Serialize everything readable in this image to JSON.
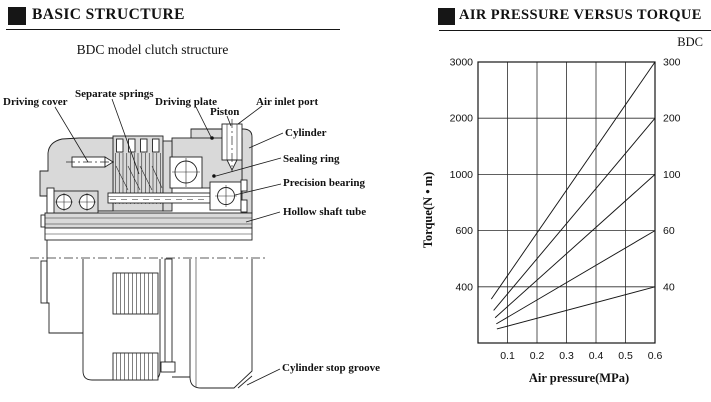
{
  "left_panel": {
    "header": "BASIC STRUCTURE",
    "title": "BDC model clutch structure",
    "labels": {
      "driving_cover": "Driving cover",
      "separate_springs": "Separate springs",
      "driving_plate": "Driving plate",
      "piston": "Piston",
      "air_inlet_port": "Air inlet port",
      "cylinder": "Cylinder",
      "sealing_ring": "Sealing ring",
      "precision_bearing": "Precision bearing",
      "hollow_shaft_tube": "Hollow shaft tube",
      "cylinder_stop_groove": "Cylinder stop groove"
    }
  },
  "right_panel": {
    "header": "AIR PRESSURE VERSUS TORQUE",
    "model": "BDC"
  },
  "chart_data": {
    "type": "line",
    "title": "AIR PRESSURE VERSUS TORQUE",
    "model": "BDC",
    "xlabel": "Air pressure(MPa)",
    "ylabel": "Torque(N • m)",
    "grid": true,
    "x_axis": {
      "min": 0,
      "max": 0.6,
      "ticks": [
        "0.1",
        "0.2",
        "0.3",
        "0.4",
        "0.5",
        "0.6"
      ]
    },
    "y_axis_left": {
      "ticks": [
        3000,
        2000,
        1000,
        600,
        400
      ]
    },
    "y_axis_right": {
      "ticks": [
        300,
        200,
        100,
        60,
        40
      ]
    },
    "y_scale_anchors": {
      "values": [
        3000,
        2000,
        1000,
        600,
        400,
        300
      ],
      "fractions": [
        0,
        0.2,
        0.4,
        0.6,
        0.8,
        1
      ]
    },
    "series": [
      {
        "name": "torque-3000",
        "points": [
          [
            0.045,
            378
          ],
          [
            0.6,
            3000
          ]
        ]
      },
      {
        "name": "torque-2000",
        "points": [
          [
            0.053,
            358
          ],
          [
            0.6,
            2000
          ]
        ]
      },
      {
        "name": "torque-1000",
        "points": [
          [
            0.058,
            345
          ],
          [
            0.6,
            1000
          ]
        ]
      },
      {
        "name": "torque-600",
        "points": [
          [
            0.062,
            334
          ],
          [
            0.6,
            600
          ]
        ]
      },
      {
        "name": "torque-400",
        "points": [
          [
            0.064,
            325
          ],
          [
            0.6,
            400
          ]
        ]
      }
    ]
  },
  "colors": {
    "ink": "#1a1a1a",
    "metal_fill": "#d9d9d9",
    "background": "#ffffff"
  }
}
